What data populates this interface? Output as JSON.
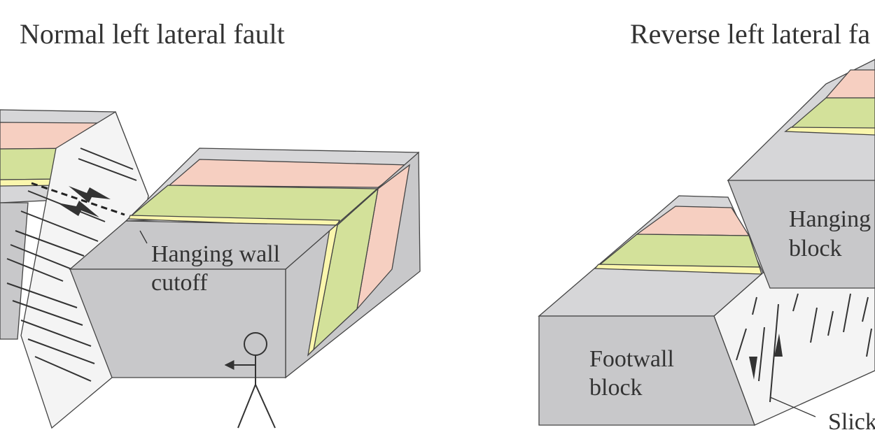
{
  "left_panel": {
    "title": "Normal left lateral fault",
    "label_line1": "Hanging wall",
    "label_line2": "cutoff"
  },
  "right_panel": {
    "title": "Reverse left lateral fa",
    "hanging_line1": "Hanging",
    "hanging_line2": "block",
    "footwall_line1": "Footwall",
    "footwall_line2": "block",
    "slick_label": "Slick"
  },
  "colors": {
    "block_gray": "#c8c8ca",
    "top_gray": "#d6d6d8",
    "pink": "#f6cfc1",
    "green": "#d3e19a",
    "yellow": "#faf6ad",
    "fault_plane": "#f4f4f4",
    "line": "#333333"
  }
}
